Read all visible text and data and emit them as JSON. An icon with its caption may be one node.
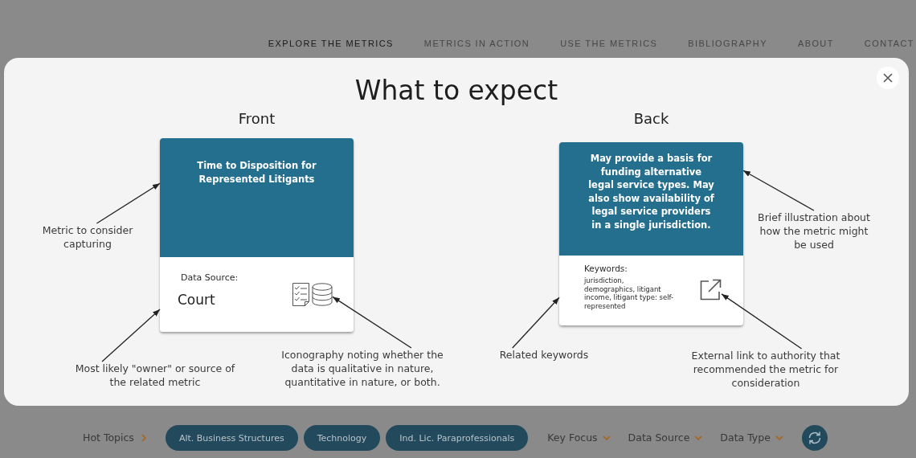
{
  "diagram": {
    "title": "What to expect",
    "nodes": [
      {
        "text": [
          "Front"
        ]
      },
      {
        "text": [
          "Time to Disposition for Represented Litigants"
        ],
        "in": 0
      },
      {
        "text": [
          "Data Source:",
          "Court"
        ],
        "in": 0
      },
      {
        "text": [],
        "shape": "picture",
        "in": 2
      },
      {
        "text": [
          "Metric to consider capturing"
        ]
      },
      {
        "text": [
          "Most likely \"owner\" or source of the related metric"
        ]
      },
      {
        "text": [
          "Iconography noting whether the data is qualitative in nature, quantitative in nature, or both."
        ]
      },
      {
        "text": [
          "Back"
        ]
      },
      {
        "text": [
          "May provide a basis for funding alternative legal service types. May also show availability of legal service providers in a single jurisdiction."
        ],
        "in": 7
      },
      {
        "text": [
          "Keywords:",
          "jurisdiction, demographics, litigant income, litigant type: self-represented"
        ],
        "in": 7
      },
      {
        "text": [],
        "shape": "picture",
        "in": 9
      },
      {
        "text": [
          "Brief illustration about how the metric might be used"
        ]
      },
      {
        "text": [
          "Related keywords"
        ]
      },
      {
        "text": [
          "External link to authority that recommended the metric for consideration"
        ]
      }
    ],
    "edges": [
      {
        "from": 4,
        "to": 1,
        "arrow": "to"
      },
      {
        "from": 5,
        "to": 2,
        "arrow": "to"
      },
      {
        "from": 6,
        "to": 3,
        "arrow": "to"
      },
      {
        "from": 11,
        "to": 8,
        "arrow": "to"
      },
      {
        "from": 12,
        "to": 9,
        "arrow": "to"
      },
      {
        "from": 13,
        "to": 10,
        "arrow": "to"
      }
    ],
    "labels": [
      "EXPLORE THE METRICS",
      "METRICS IN ACTION",
      "USE THE METRICS",
      "BIBLIOGRAPHY",
      "ABOUT",
      "CONTACT",
      "Hot Topics",
      "Alt. Business Structures",
      "Technology",
      "Ind. Lic. Paraprofessionals",
      "Key Focus",
      "Data Source",
      "Data Type"
    ]
  }
}
